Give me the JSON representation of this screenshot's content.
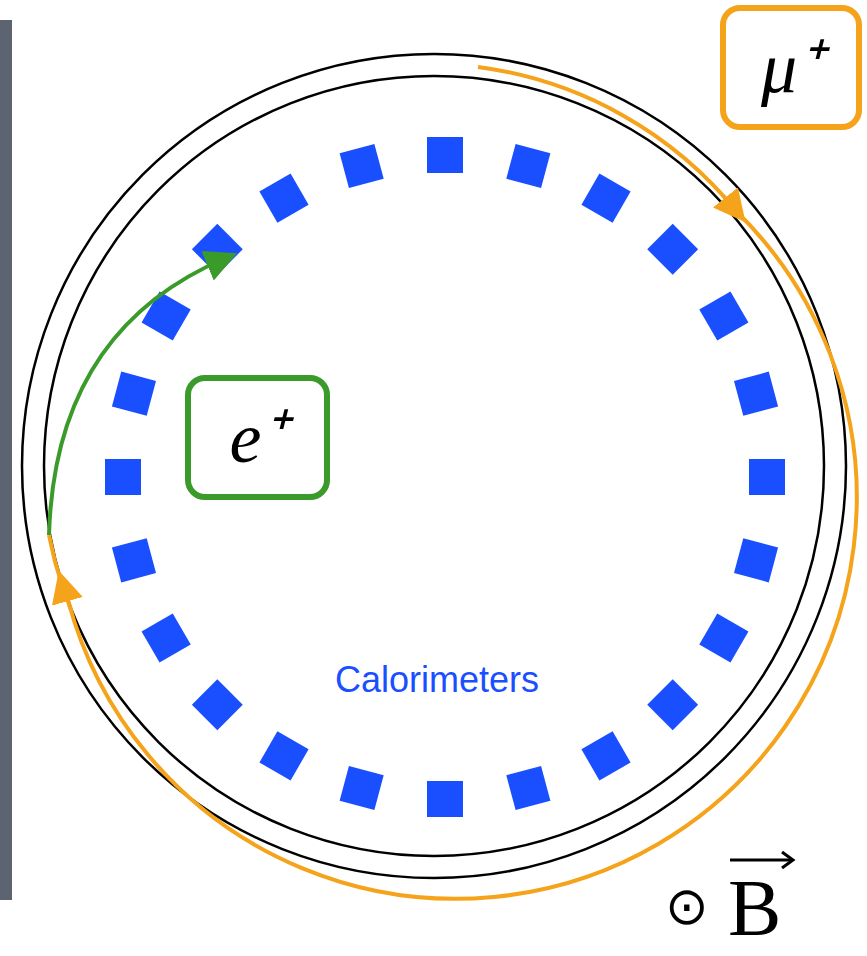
{
  "diagram": {
    "nodes": [
      {
        "text": [
          "μ⁺"
        ]
      },
      {
        "text": [
          "e⁺"
        ]
      }
    ],
    "labels": [
      "Calorimeters",
      "⊙",
      "B"
    ]
  }
}
